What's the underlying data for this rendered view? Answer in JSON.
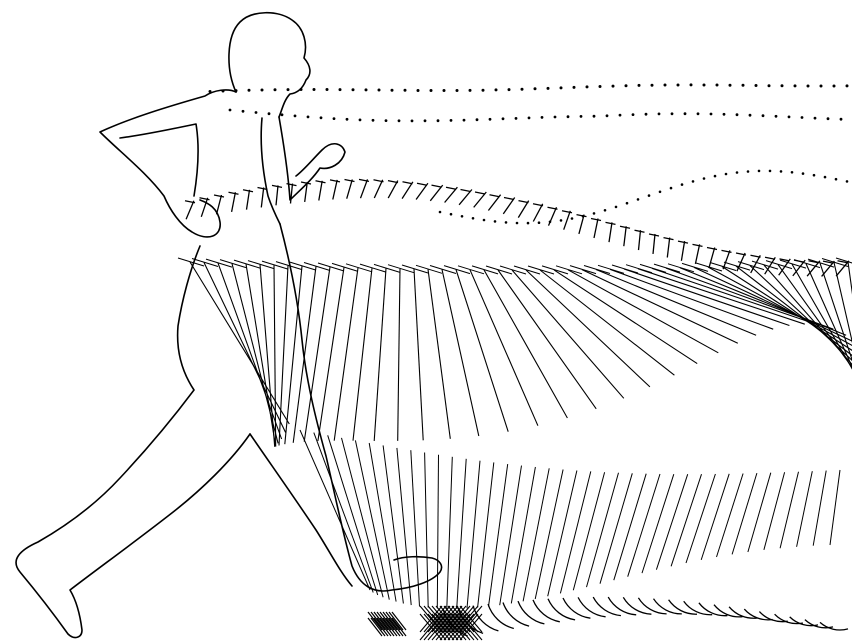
{
  "figure": {
    "subject": "runner-silhouette",
    "trails": [
      "head-dot-trail",
      "shoulder-dot-trail",
      "hip-tick-trail",
      "thigh-line-trail",
      "shin-line-trail",
      "foot-tick-trail"
    ]
  },
  "colors": {
    "background": "#ffffff",
    "ink": "#000000"
  }
}
